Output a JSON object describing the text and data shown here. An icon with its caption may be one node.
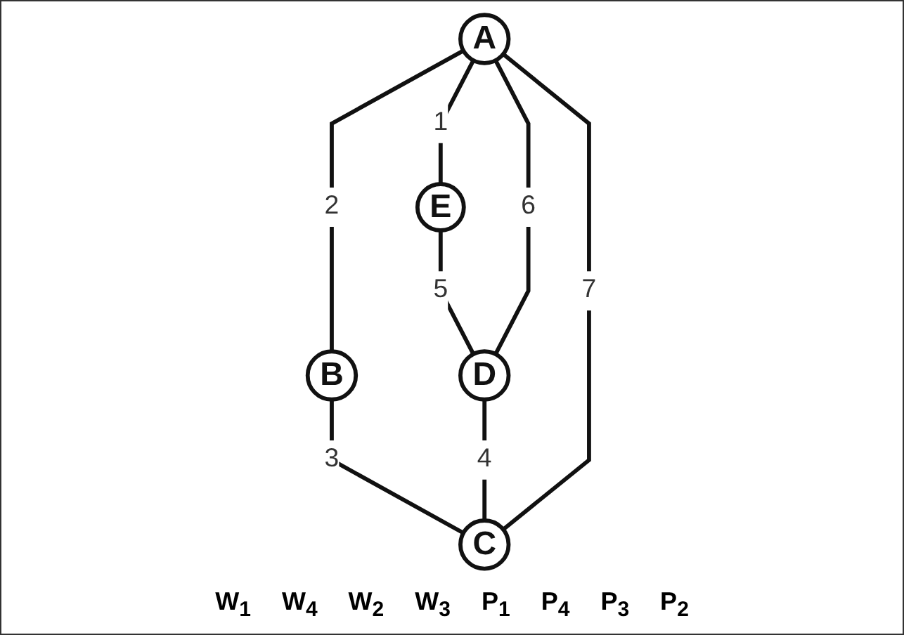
{
  "diagram": {
    "nodes": [
      {
        "text": [
          "A"
        ]
      },
      {
        "text": [
          "E"
        ]
      },
      {
        "text": [
          "B"
        ]
      },
      {
        "text": [
          "D"
        ]
      },
      {
        "text": [
          "C"
        ]
      }
    ],
    "edges": [
      {
        "from": 0,
        "to": 1,
        "arrow": "none",
        "label": "1"
      },
      {
        "from": 0,
        "to": 2,
        "arrow": "none",
        "label": "2"
      },
      {
        "from": 2,
        "to": 4,
        "arrow": "none",
        "label": "3"
      },
      {
        "from": 3,
        "to": 4,
        "arrow": "none",
        "label": "4"
      },
      {
        "from": 1,
        "to": 3,
        "arrow": "none",
        "label": "5"
      },
      {
        "from": 0,
        "to": 3,
        "arrow": "none",
        "label": "6"
      },
      {
        "from": 0,
        "to": 4,
        "arrow": "none",
        "label": "7"
      }
    ],
    "labels": [
      "W$_{1}$",
      "W$_{4}$",
      "W$_{2}$",
      "W$_{3}$",
      "P$_{1}$",
      "P$_{4}$",
      "P$_{3}$",
      "P$_{2}$"
    ]
  }
}
